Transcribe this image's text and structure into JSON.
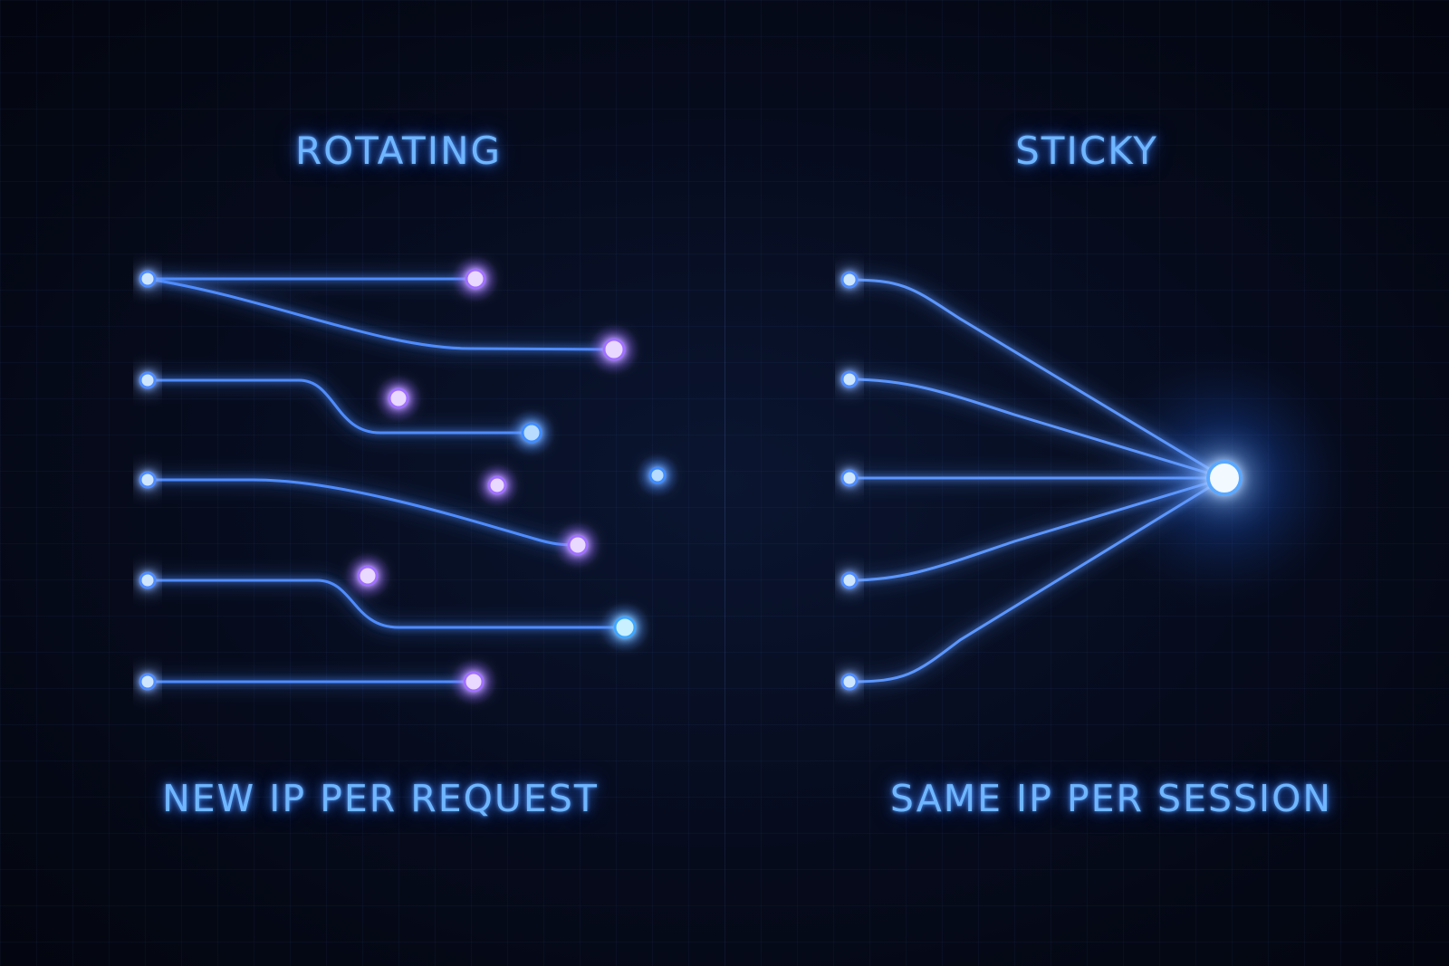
{
  "left_panel": {
    "title": "ROTATING",
    "caption": "NEW IP PER REQUEST"
  },
  "right_panel": {
    "title": "STICKY",
    "caption": "SAME IP PER SESSION"
  },
  "colors": {
    "background": "#050a18",
    "line": "#4f8cff",
    "source_node": "#bfe0ff",
    "violet_node": "#b27bff",
    "blue_node": "#57a9ff",
    "hub_node": "#e8f4ff",
    "text_glow": "#6fb6ff"
  }
}
